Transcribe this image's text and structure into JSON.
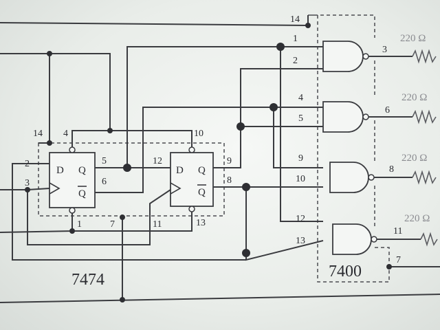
{
  "ff1": {
    "d_label": "D",
    "q_label": "Q",
    "qbar_label": "Q",
    "pin_vcc": "14",
    "pin_d": "2",
    "pin_clk": "3",
    "pin_pre": "4",
    "pin_q": "5",
    "pin_qbar": "6",
    "pin_clr": "1"
  },
  "ff2": {
    "d_label": "D",
    "q_label": "Q",
    "qbar_label": "Q",
    "pin_d": "12",
    "pin_pre": "10",
    "pin_q": "9",
    "pin_qbar": "8",
    "pin_clr": "13",
    "pin_clk": "11",
    "pin_gnd": "7"
  },
  "chip_7474": "7474",
  "chip_7400": "7400",
  "nand": {
    "vcc": "14",
    "gnd": "7",
    "g1": {
      "a": "1",
      "b": "2",
      "y": "3"
    },
    "g2": {
      "a": "4",
      "b": "5",
      "y": "6"
    },
    "g3": {
      "a": "9",
      "b": "10",
      "y": "8"
    },
    "g4": {
      "a": "12",
      "b": "13",
      "y": "11"
    }
  },
  "resistors": [
    "220 Ω",
    "220 Ω",
    "220 Ω",
    "220 Ω"
  ]
}
